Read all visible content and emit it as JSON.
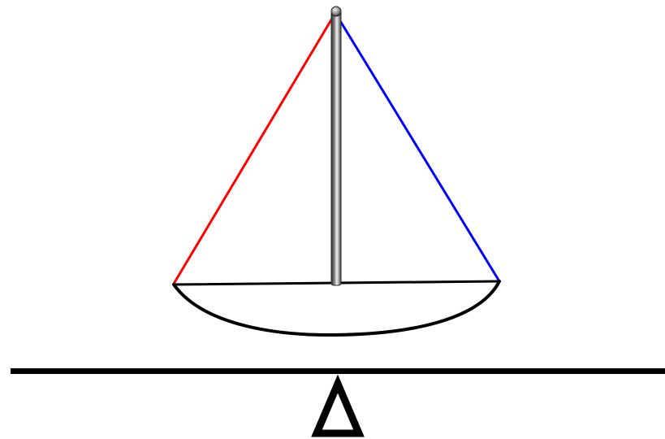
{
  "diagram": {
    "elements": [
      "mast",
      "left-stay",
      "right-stay",
      "deck-line",
      "hull-curve",
      "baseline",
      "fulcrum"
    ]
  },
  "colors": {
    "background": "#ffffff",
    "left_stay": "#ff0000",
    "right_stay": "#0000ff",
    "outline": "#000000",
    "mast_dark": "#3a3a3a",
    "mast_light": "#e8e8e8"
  }
}
